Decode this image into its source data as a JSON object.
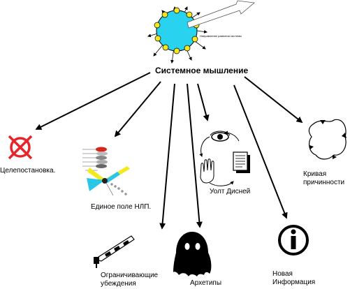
{
  "title": "Системное мышление",
  "system_direction_label": "Направление развития системы",
  "nodes": {
    "goal_setting": "Целепостановка.",
    "nlp_field": "Единое поле НЛП.",
    "limiting_beliefs": "Ограничивающие убеждения",
    "archetypes": "Архетипы",
    "walt_disney": "Уолт Дисней",
    "new_information": "Новая Информация",
    "causality_curve": "Кривая причинности"
  },
  "colors": {
    "system_circle": "#29d3f0",
    "orbit_dots": "#f5e623",
    "target_red": "#e8232a",
    "arrow": "#000000",
    "nlp_red": "#d9261c",
    "nlp_yellow": "#f2ea1e",
    "nlp_cyan": "#28c7e6"
  },
  "icons": [
    "system-circle-icon",
    "target-icon",
    "nlp-field-icon",
    "barrier-icon",
    "archetype-ghost-icon",
    "disney-cycle-icon",
    "information-icon",
    "causality-curve-icon"
  ]
}
